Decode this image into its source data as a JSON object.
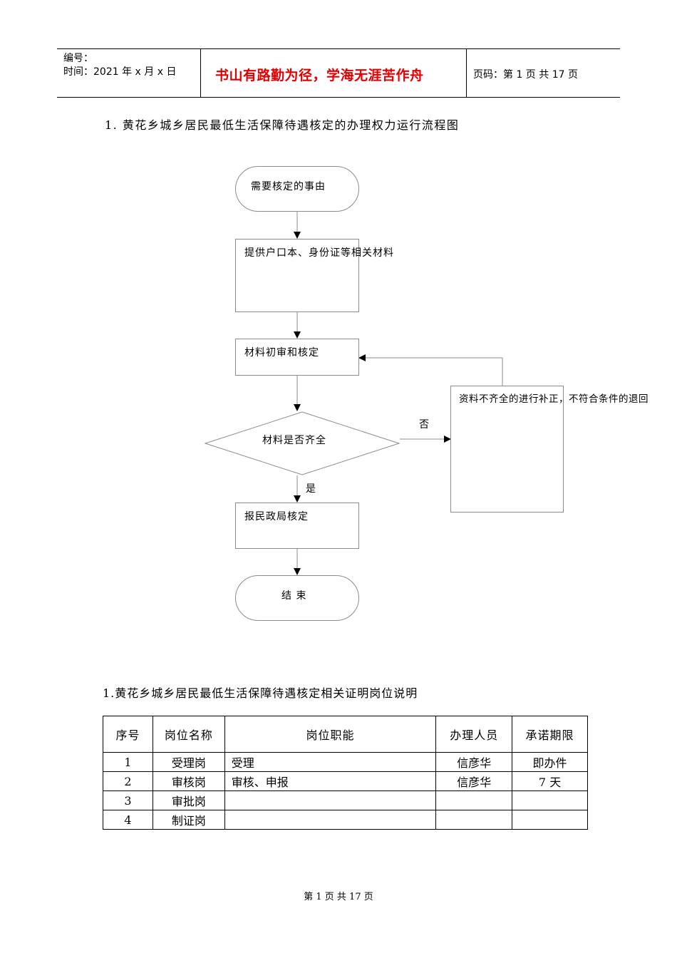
{
  "header": {
    "number_label": "编号：",
    "time_label": "时间：2021 年 x 月 x 日",
    "motto": "书山有路勤为径，学海无涯苦作舟",
    "page_label": "页码：第 1 页  共 17 页"
  },
  "flowchart": {
    "title": "1.  黄花乡城乡居民最低生活保障待遇核定的办理权力运行流程图",
    "start": "需要核定的事由",
    "step1": "提供户口本、身份证等相关材料",
    "step2": "材料初审和核定",
    "decision": "材料是否齐全",
    "no_label": "否",
    "yes_label": "是",
    "side_box": "资料不齐全的进行补正，不符合条件的退回",
    "step3": "报民政局核定",
    "end": "结  束"
  },
  "table": {
    "title": "1.黄花乡城乡居民最低生活保障待遇核定相关证明岗位说明",
    "headers": [
      "序号",
      "岗位名称",
      "岗位职能",
      "办理人员",
      "承诺期限"
    ],
    "rows": [
      [
        "1",
        "受理岗",
        "受理",
        "信彦华",
        "即办件"
      ],
      [
        "2",
        "审核岗",
        "审核、申报",
        "信彦华",
        "7 天"
      ],
      [
        "3",
        "审批岗",
        "",
        "",
        ""
      ],
      [
        "4",
        "制证岗",
        "",
        "",
        ""
      ]
    ]
  },
  "footer": {
    "page": "第  1  页  共  17  页"
  }
}
